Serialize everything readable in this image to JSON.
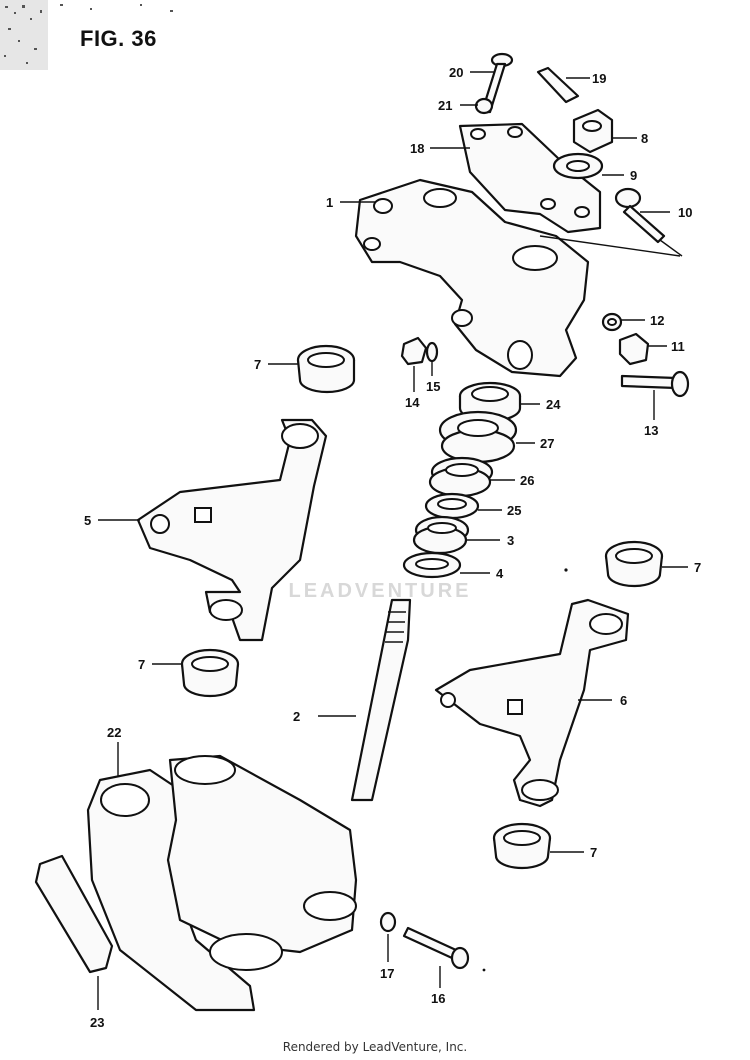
{
  "figure": {
    "title": "FIG. 36"
  },
  "watermark": {
    "text": "LEADVENTURE"
  },
  "footer": {
    "text": "Rendered by LeadVenture, Inc."
  },
  "callouts": [
    {
      "id": "c20",
      "text": "20"
    },
    {
      "id": "c19",
      "text": "19"
    },
    {
      "id": "c21",
      "text": "21"
    },
    {
      "id": "c8",
      "text": "8"
    },
    {
      "id": "c18",
      "text": "18"
    },
    {
      "id": "c9",
      "text": "9"
    },
    {
      "id": "c1",
      "text": "1"
    },
    {
      "id": "c10",
      "text": "10"
    },
    {
      "id": "c12",
      "text": "12"
    },
    {
      "id": "c11",
      "text": "11"
    },
    {
      "id": "c7a",
      "text": "7"
    },
    {
      "id": "c14",
      "text": "14"
    },
    {
      "id": "c15",
      "text": "15"
    },
    {
      "id": "c13",
      "text": "13"
    },
    {
      "id": "c24",
      "text": "24"
    },
    {
      "id": "c27",
      "text": "27"
    },
    {
      "id": "c26",
      "text": "26"
    },
    {
      "id": "c5",
      "text": "5"
    },
    {
      "id": "c25",
      "text": "25"
    },
    {
      "id": "c3",
      "text": "3"
    },
    {
      "id": "c4",
      "text": "4"
    },
    {
      "id": "c7b",
      "text": "7"
    },
    {
      "id": "c7c",
      "text": "7"
    },
    {
      "id": "c6",
      "text": "6"
    },
    {
      "id": "c2",
      "text": "2"
    },
    {
      "id": "c22",
      "text": "22"
    },
    {
      "id": "c7d",
      "text": "7"
    },
    {
      "id": "c23",
      "text": "23"
    },
    {
      "id": "c17",
      "text": "17"
    },
    {
      "id": "c16",
      "text": "16"
    }
  ]
}
